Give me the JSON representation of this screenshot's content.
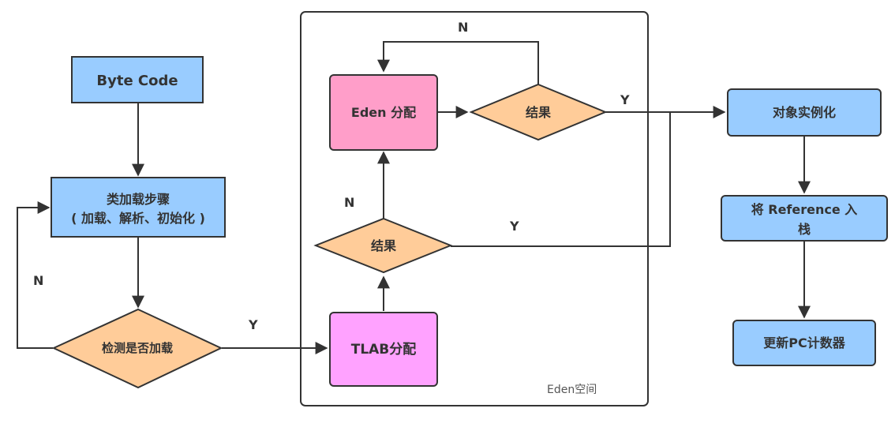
{
  "colors": {
    "process_blue": "#99ccff",
    "eden_pink": "#ff9ec9",
    "tlab_pink": "#ffa2ff",
    "decision_orange": "#ffcc99",
    "stroke": "#333333"
  },
  "nodes": {
    "byte_code": "Byte Code",
    "class_loading_line1": "类加载步骤",
    "class_loading_line2": "( 加载、解析、初始化 )",
    "check_loaded": "检测是否加载",
    "tlab_alloc": "TLAB分配",
    "result_tlab": "结果",
    "eden_alloc": "Eden 分配",
    "result_eden": "结果",
    "object_instantiate": "对象实例化",
    "push_reference_line1": "将 Reference 入",
    "push_reference_line2": "栈",
    "update_pc": "更新PC计数器"
  },
  "container": {
    "caption": "Eden空间"
  },
  "edge_labels": {
    "check_no": "N",
    "check_yes": "Y",
    "tlab_no": "N",
    "tlab_yes": "Y",
    "eden_no": "N",
    "eden_yes": "Y"
  }
}
